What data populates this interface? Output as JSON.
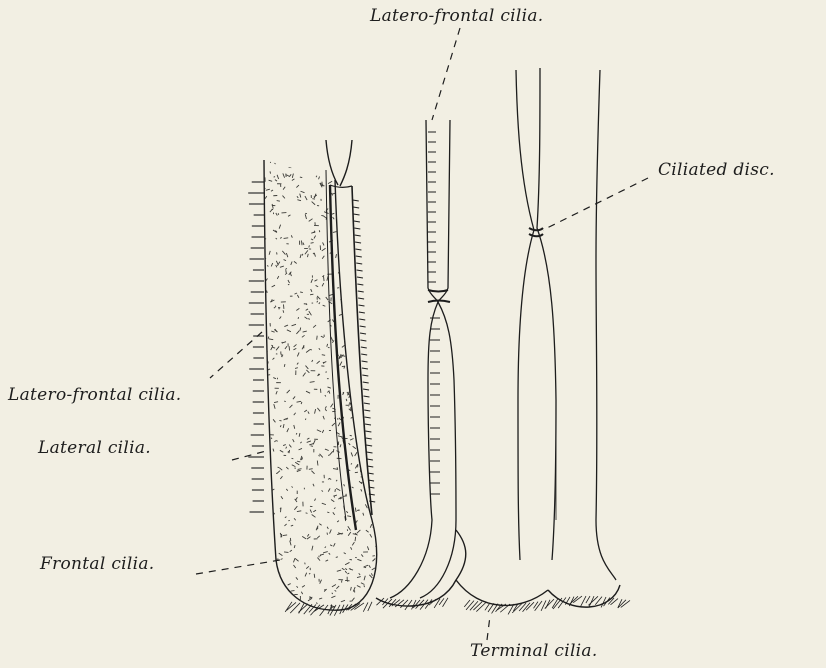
{
  "labels": {
    "latero_frontal_top": "Latero-frontal cilia.",
    "ciliated_disc": "Ciliated disc.",
    "latero_frontal_left": "Latero-frontal cilia.",
    "lateral": "Lateral cilia.",
    "frontal": "Frontal cilia.",
    "terminal": "Terminal cilia."
  },
  "colors": {
    "background": "#f2efe3",
    "ink": "#1d1d1d",
    "stipple": "#3a3a36"
  }
}
